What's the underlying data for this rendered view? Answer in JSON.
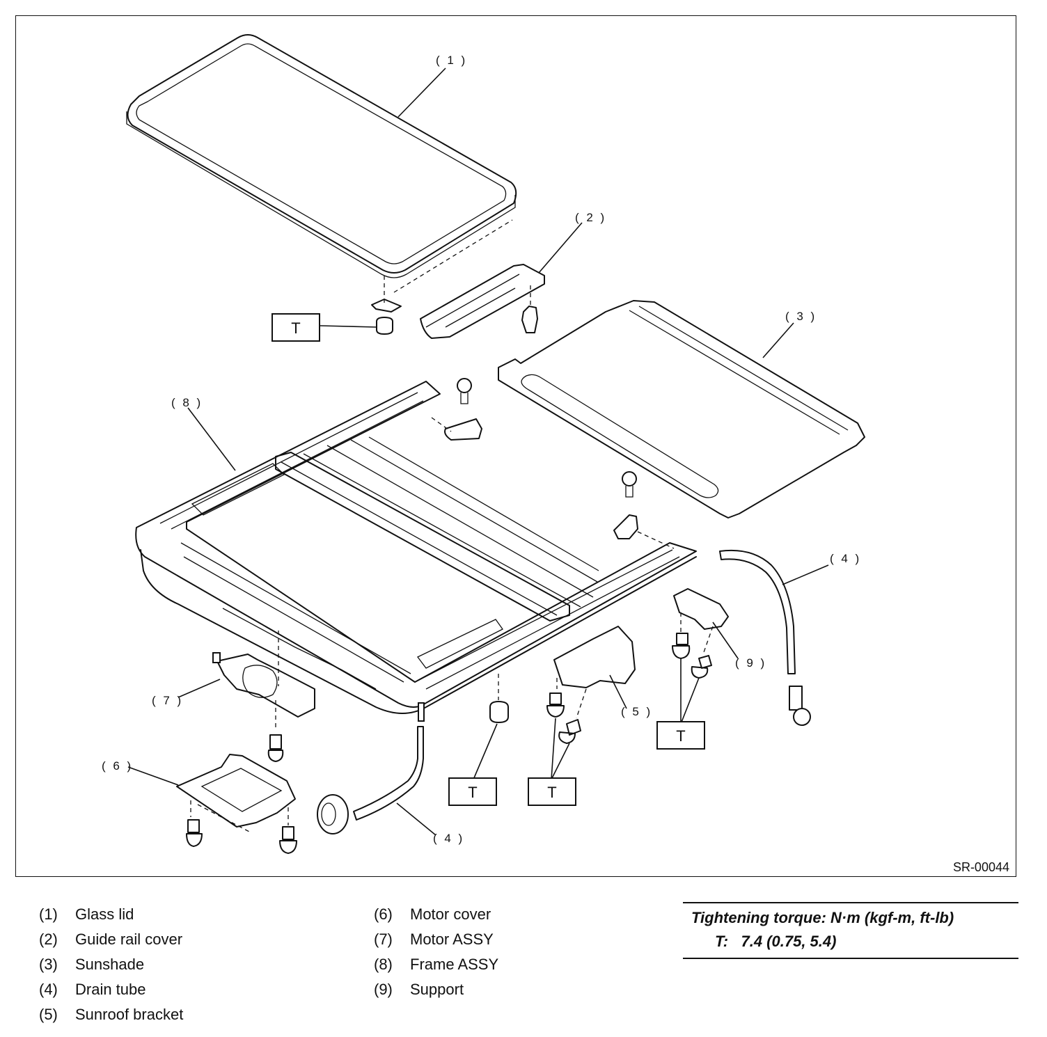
{
  "diagram": {
    "figure_id": "SR-00044",
    "callouts": [
      "( 1 )",
      "( 2 )",
      "( 3 )",
      "( 4 )",
      "( 4 )",
      "( 5 )",
      "( 6 )",
      "( 7 )",
      "( 8 )",
      "( 9 )"
    ],
    "torque_tag": "T"
  },
  "legend": {
    "left": [
      {
        "num": "(1)",
        "name": "Glass lid"
      },
      {
        "num": "(2)",
        "name": "Guide rail cover"
      },
      {
        "num": "(3)",
        "name": "Sunshade"
      },
      {
        "num": "(4)",
        "name": "Drain tube"
      },
      {
        "num": "(5)",
        "name": "Sunroof bracket"
      }
    ],
    "right": [
      {
        "num": "(6)",
        "name": "Motor cover"
      },
      {
        "num": "(7)",
        "name": "Motor ASSY"
      },
      {
        "num": "(8)",
        "name": "Frame ASSY"
      },
      {
        "num": "(9)",
        "name": "Support"
      }
    ]
  },
  "torque": {
    "title": "Tightening torque: N·m (kgf-m, ft-lb)",
    "tag": "T:",
    "value": "7.4 (0.75, 5.4)"
  }
}
